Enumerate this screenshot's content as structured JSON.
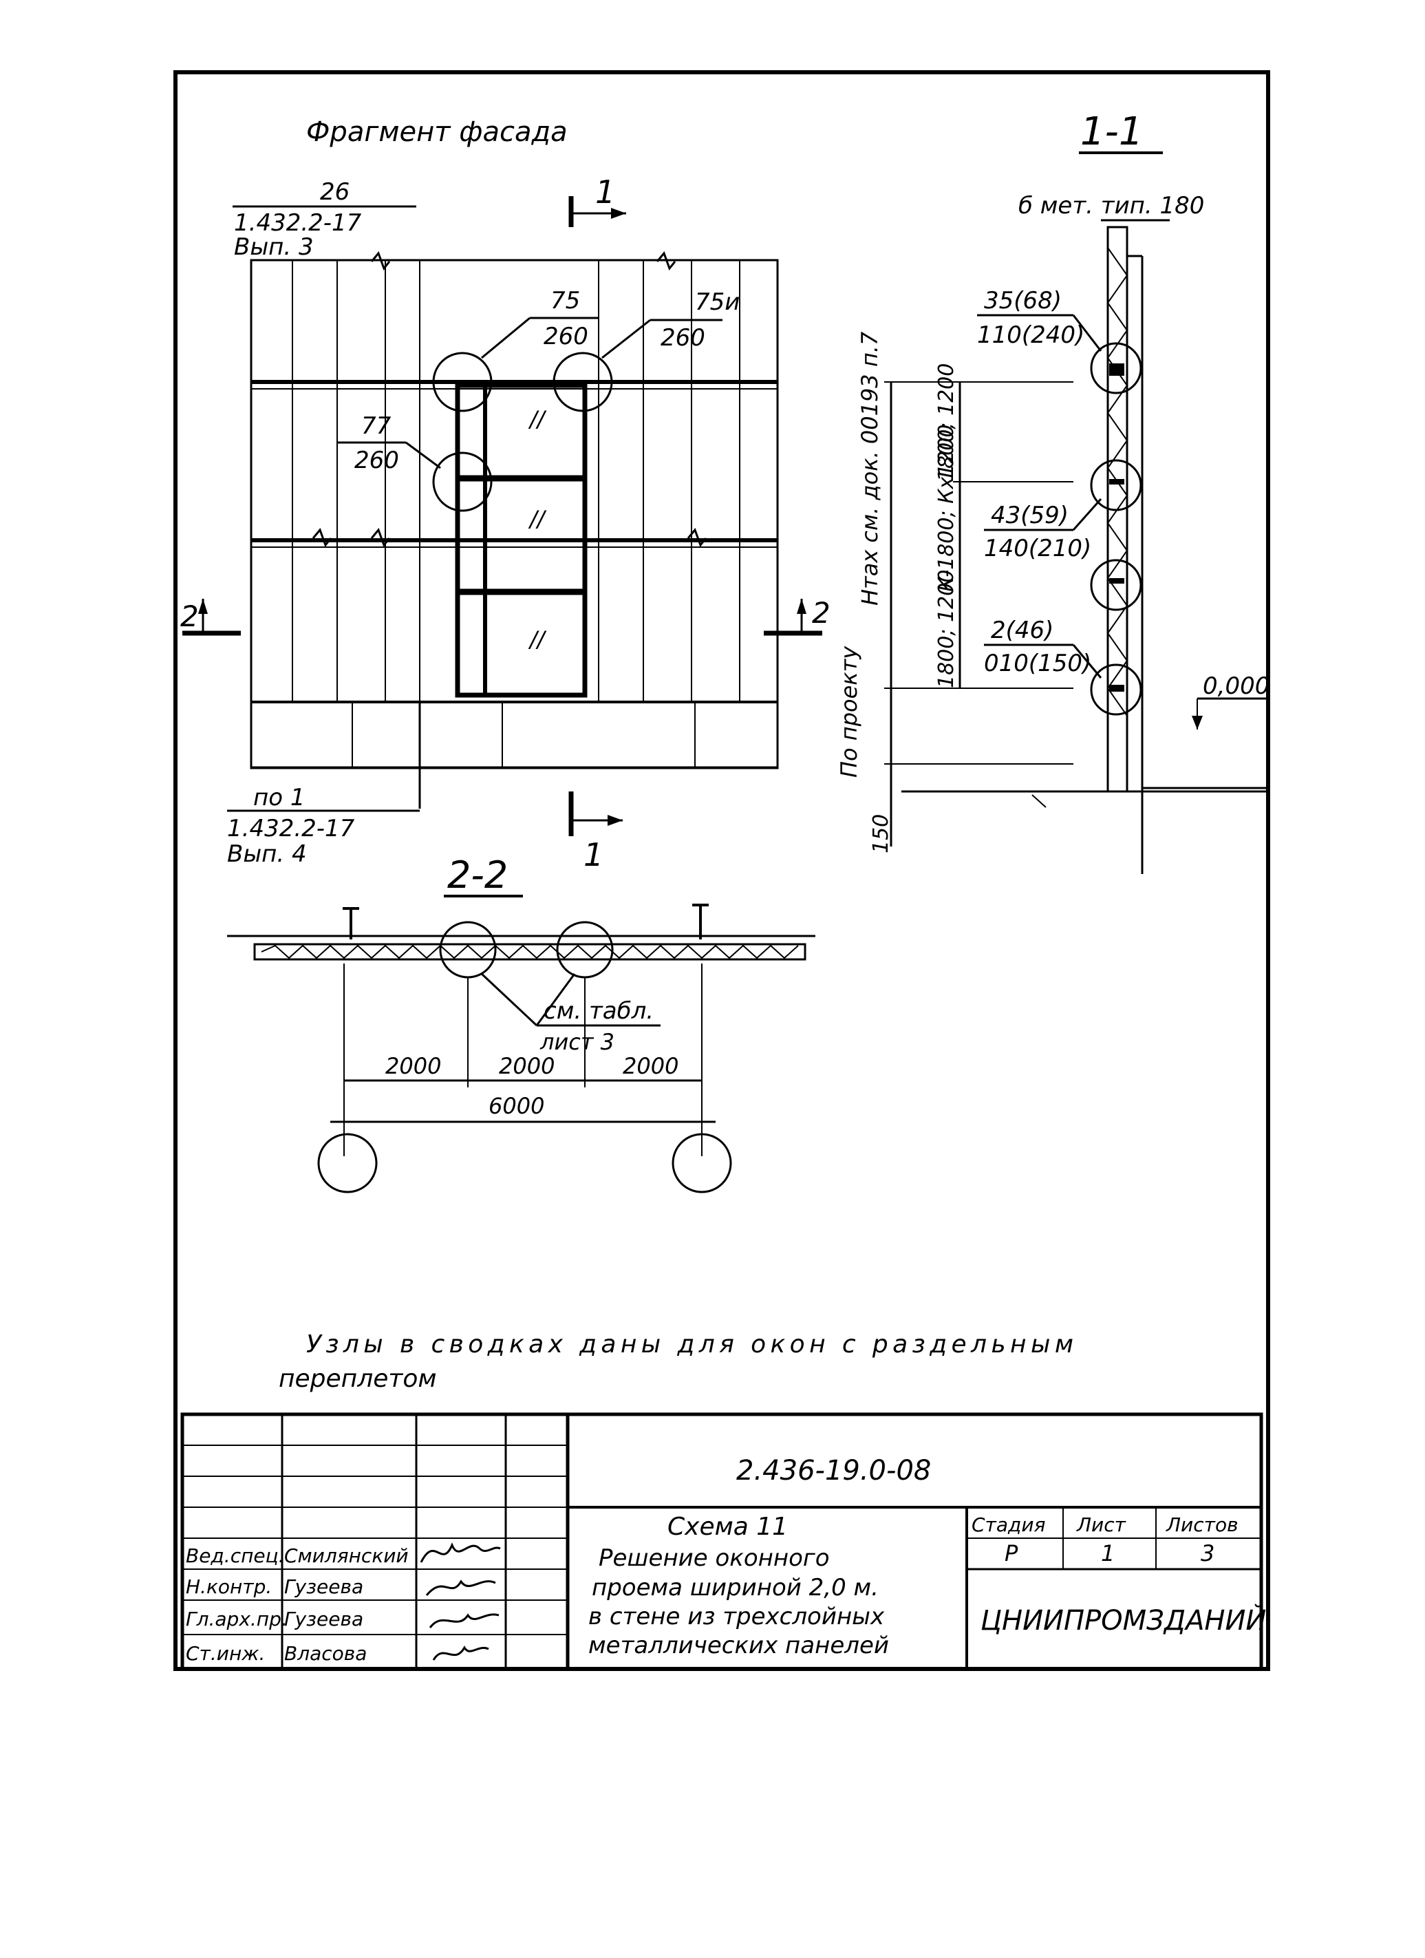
{
  "facade": {
    "title": "Фрагмент фасада",
    "ref_top": {
      "node": "26",
      "series": "1.432.2-17",
      "issue": "Вып. 3"
    },
    "ref_bottom": {
      "node": "по 1",
      "series": "1.432.2-17",
      "issue": "Вып. 4"
    },
    "callout_a": {
      "node": "75",
      "sheet": "260"
    },
    "callout_b": {
      "node": "75и",
      "sheet": "260"
    },
    "callout_c": {
      "node": "77",
      "sheet": "260"
    },
    "cut_1": "1",
    "cut_2": "2"
  },
  "section_1_1": {
    "title": "1-1",
    "top_label": "б мет. тип. 180",
    "callout_1": {
      "node": "35(68)",
      "sheet": "110(240)"
    },
    "callout_2": {
      "node": "43(59)",
      "sheet": "140(210)"
    },
    "callout_3": {
      "node": "2(46)",
      "sheet": "010(150)"
    },
    "dim_height_label": "Нтах см. док. 00193 п.7",
    "dim_mid_label": "К-1800; Кх1200",
    "dim_1800_1200_a": "1800; 1200",
    "dim_1800_1200_b": "1800; 1200",
    "dim_project": "По проекту",
    "dim_150": "150",
    "level": "0,000"
  },
  "section_2_2": {
    "title": "2-2",
    "note": "см. табл.",
    "note_sheet": "лист 3",
    "dims": [
      "2000",
      "2000",
      "2000"
    ],
    "total": "6000"
  },
  "note": {
    "line1": "Узлы в сводках даны для окон с раздельным",
    "line2": "переплетом"
  },
  "title_block": {
    "code": "2.436-19.0-08",
    "scheme": "Схема 11",
    "description": [
      "Решение оконного",
      "проема шириной 2,0 м.",
      "в стене из трехслойных",
      "металлических панелей"
    ],
    "stage_header": "Стадия",
    "sheet_header": "Лист",
    "sheets_header": "Листов",
    "stage": "Р",
    "sheet": "1",
    "sheets": "3",
    "organization": "ЦНИИПРОМЗДАНИЙ",
    "signatures": [
      {
        "role": "Вед.спец.",
        "name": "Смилянский"
      },
      {
        "role": "Н.контр.",
        "name": "Гузеева"
      },
      {
        "role": "Гл.арх.пр.",
        "name": "Гузеева"
      },
      {
        "role": "Ст.инж.",
        "name": "Власова"
      }
    ]
  }
}
